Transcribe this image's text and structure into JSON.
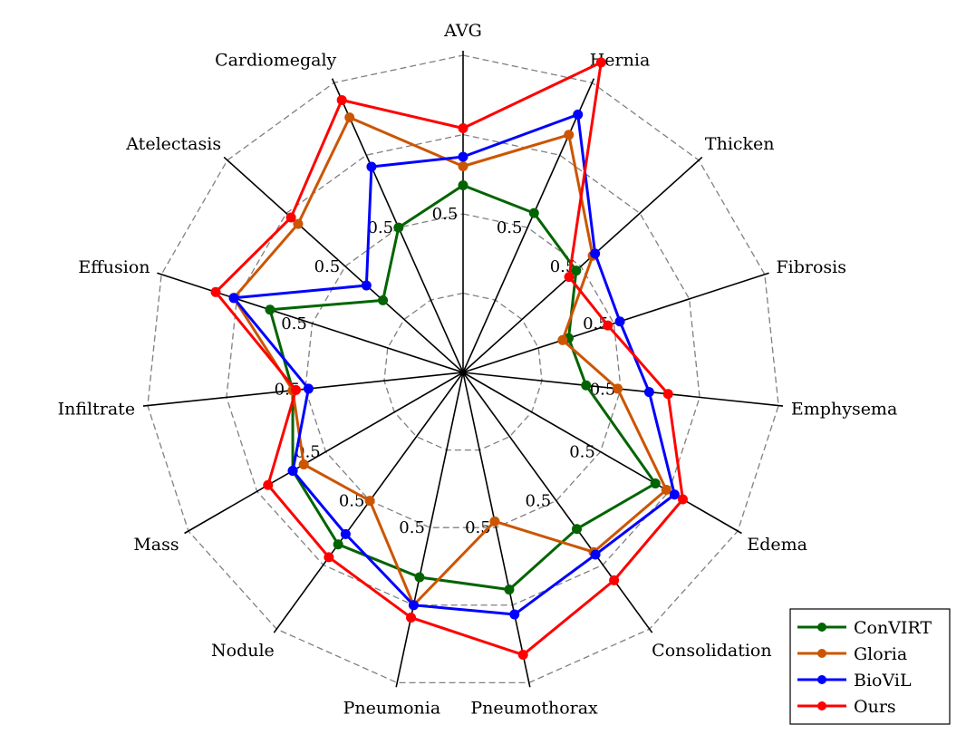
{
  "chart_data": {
    "type": "radar",
    "axes": [
      "AVG",
      "Hernia",
      "Thicken",
      "Fibrosis",
      "Emphysema",
      "Edema",
      "Consolidation",
      "Pneumothorax",
      "Pneumonia",
      "Nodule",
      "Mass",
      "Infiltrate",
      "Effusion",
      "Atelectasis",
      "Cardiomegaly"
    ],
    "tick_label": "0.5",
    "grid": true,
    "legend_position": "bottom-right",
    "series": [
      {
        "name": "ConVIRT",
        "color": "#006400",
        "values": [
          0.59,
          0.55,
          0.48,
          0.35,
          0.39,
          0.7,
          0.61,
          0.7,
          0.66,
          0.67,
          0.62,
          0.54,
          0.64,
          0.34,
          0.5
        ]
      },
      {
        "name": "Gloria",
        "color": "#CC5500",
        "values": [
          0.65,
          0.82,
          0.55,
          0.33,
          0.49,
          0.74,
          0.7,
          0.48,
          0.75,
          0.5,
          0.58,
          0.54,
          0.76,
          0.7,
          0.88
        ]
      },
      {
        "name": "BioViL",
        "color": "#0000FF",
        "values": [
          0.68,
          0.89,
          0.56,
          0.52,
          0.59,
          0.77,
          0.71,
          0.78,
          0.75,
          0.63,
          0.62,
          0.49,
          0.76,
          0.41,
          0.71
        ]
      },
      {
        "name": "Ours",
        "color": "#FF0000",
        "values": [
          0.77,
          1.07,
          0.45,
          0.48,
          0.65,
          0.8,
          0.81,
          0.91,
          0.79,
          0.72,
          0.71,
          0.53,
          0.82,
          0.73,
          0.94
        ]
      }
    ]
  }
}
